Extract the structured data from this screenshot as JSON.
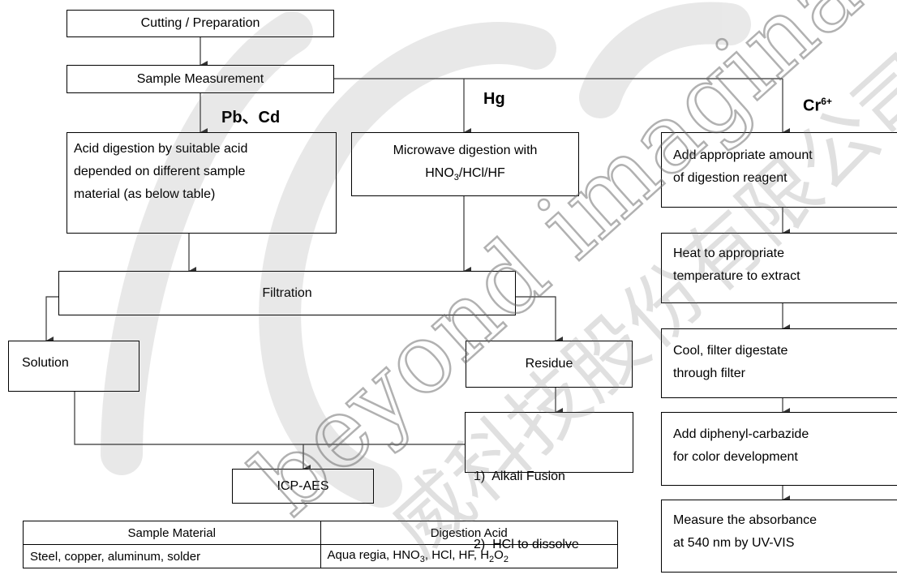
{
  "top_flow": {
    "cutting": "Cutting / Preparation",
    "measurement": "Sample Measurement"
  },
  "branch_labels": {
    "pbcd": "Pb、Cd",
    "hg": "Hg",
    "cr_base": "Cr",
    "cr_sup": "6+"
  },
  "pbcd_branch": {
    "acid_lines": [
      "Acid digestion by suitable acid",
      "depended on different sample",
      "material (as below table)"
    ]
  },
  "hg_branch": {
    "microwave_line1": "Microwave digestion with",
    "microwave_line2_pre": "HNO",
    "microwave_line2_sub": "3",
    "microwave_line2_post": "/HCl/HF"
  },
  "common": {
    "filtration": "Filtration",
    "solution": "Solution",
    "residue": "Residue",
    "alkali_steps": [
      "1)  Alkali Fusion",
      "2)  HCl to dissolve"
    ],
    "icp": "ICP-AES"
  },
  "cr_branch": {
    "steps": [
      [
        "Add appropriate amount",
        "of digestion reagent"
      ],
      [
        "Heat to appropriate",
        "temperature to extract"
      ],
      [
        "Cool, filter digestate",
        "through filter"
      ],
      [
        "Add diphenyl-carbazide",
        "for color development"
      ],
      [
        "Measure the absorbance",
        "at 540 nm by UV-VIS"
      ]
    ]
  },
  "table": {
    "headers": [
      "Sample Material",
      "Digestion Acid"
    ],
    "row1_material": "Steel, copper, aluminum, solder",
    "row1_acid_pre": "Aqua regia, HNO",
    "row1_acid_sub1": "3",
    "row1_acid_mid": ", HCl, HF, H",
    "row1_acid_sub2": "2",
    "row1_acid_o": "O",
    "row1_acid_sub3": "2"
  },
  "watermark": {
    "logo_text": "NCC",
    "latin": "beyond imagination",
    "chinese": "威科技股份有限公司"
  }
}
